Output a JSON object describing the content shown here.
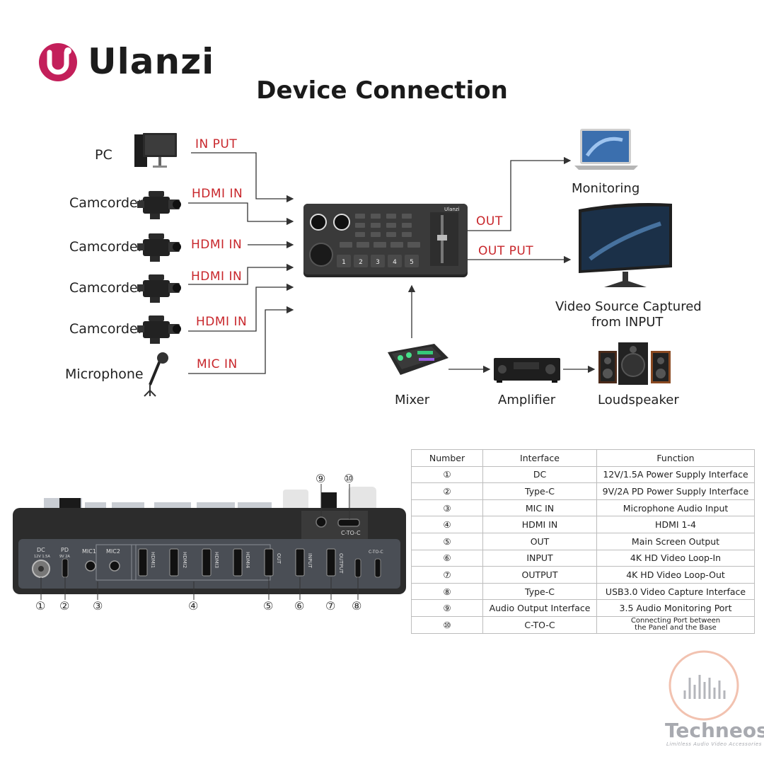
{
  "brand": {
    "name": "Ulanzi",
    "accent": "#c31f5a"
  },
  "title": "Device Connection",
  "sources": [
    {
      "label": "PC",
      "connection": "IN PUT",
      "icon": "pc-monitor-icon"
    },
    {
      "label": "Camcorder",
      "connection": "HDMI IN",
      "icon": "camcorder-icon"
    },
    {
      "label": "Camcorder",
      "connection": "HDMI IN",
      "icon": "camcorder-icon"
    },
    {
      "label": "Camcorder",
      "connection": "HDMI IN",
      "icon": "camcorder-icon"
    },
    {
      "label": "Camcorder",
      "connection": "HDMI IN",
      "icon": "camcorder-icon"
    },
    {
      "label": "Microphone",
      "connection": "MIC IN",
      "icon": "microphone-icon"
    }
  ],
  "switcher": {
    "brand_text": "Ulanzi",
    "buttons": [
      "1",
      "2",
      "3",
      "4",
      "5"
    ]
  },
  "outputs": [
    {
      "connection": "OUT",
      "label": "Monitoring",
      "icon": "laptop-icon"
    },
    {
      "connection": "OUT PUT",
      "label_line1": "Video Source Captured",
      "label_line2": "from INPUT",
      "icon": "curved-monitor-icon"
    }
  ],
  "audio_chain": [
    {
      "label": "Mixer",
      "icon": "mixer-icon"
    },
    {
      "label": "Amplifier",
      "icon": "amplifier-icon"
    },
    {
      "label": "Loudspeaker",
      "icon": "loudspeaker-icon"
    }
  ],
  "panel": {
    "top_ports": [
      "⑨",
      "⑩"
    ],
    "top_port_label": "C-TO-C",
    "port_labels": {
      "dc": "DC",
      "dc_sub": "12V 1.5A",
      "pd": "PD",
      "pd_sub": "9V 2A",
      "mic1": "MIC1",
      "mic2": "MIC2",
      "hdmi1": "HDMI1",
      "hdmi2": "HDMI2",
      "hdmi3": "HDMI3",
      "hdmi4": "HDMI4",
      "out": "OUT",
      "input": "INPUT",
      "output": "OUTPUT",
      "ctoc": "C-TO-C"
    },
    "bottom_numbers": [
      "①",
      "②",
      "③",
      "④",
      "⑤",
      "⑥",
      "⑦",
      "⑧"
    ]
  },
  "spec_table": {
    "headers": [
      "Number",
      "Interface",
      "Function"
    ],
    "rows": [
      [
        "①",
        "DC",
        "12V/1.5A Power Supply Interface"
      ],
      [
        "②",
        "Type-C",
        "9V/2A PD Power Supply Interface"
      ],
      [
        "③",
        "MIC IN",
        "Microphone Audio Input"
      ],
      [
        "④",
        "HDMI IN",
        "HDMI 1-4"
      ],
      [
        "⑤",
        "OUT",
        "Main Screen Output"
      ],
      [
        "⑥",
        "INPUT",
        "4K HD Video Loop-In"
      ],
      [
        "⑦",
        "OUTPUT",
        "4K HD Video Loop-Out"
      ],
      [
        "⑧",
        "Type-C",
        "USB3.0 Video Capture Interface"
      ],
      [
        "⑨",
        "Audio Output Interface",
        "3.5 Audio Monitoring Port"
      ],
      [
        "⑩",
        "C-TO-C",
        "Connecting Port between",
        "the Panel and the Base"
      ]
    ]
  },
  "watermark": {
    "name": "Techneos",
    "tagline": "Limitless Audio Video Accessories"
  }
}
